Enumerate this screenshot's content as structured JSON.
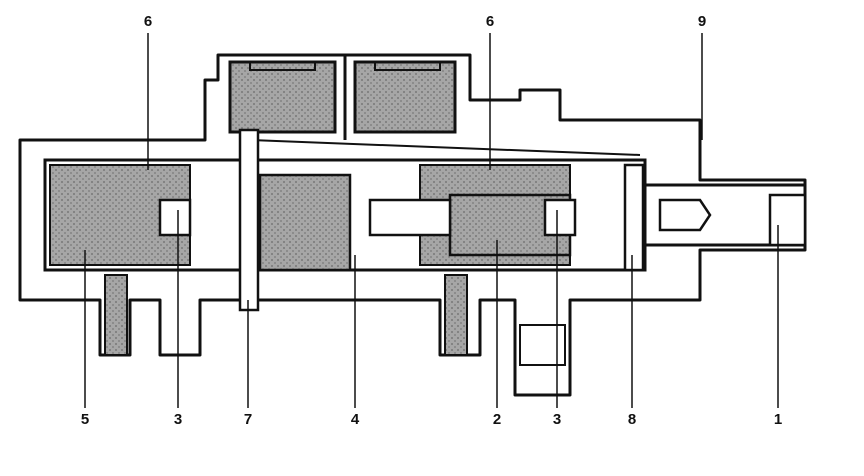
{
  "diagram": {
    "colors": {
      "ink": "#111111",
      "fill": "#9c9c9c",
      "light": "#d8d8d8",
      "paper": "#ffffff"
    },
    "callouts_top": [
      "6",
      "6",
      "9"
    ],
    "callouts_bottom": [
      "5",
      "3",
      "7",
      "4",
      "2",
      "3",
      "8",
      "1"
    ]
  }
}
